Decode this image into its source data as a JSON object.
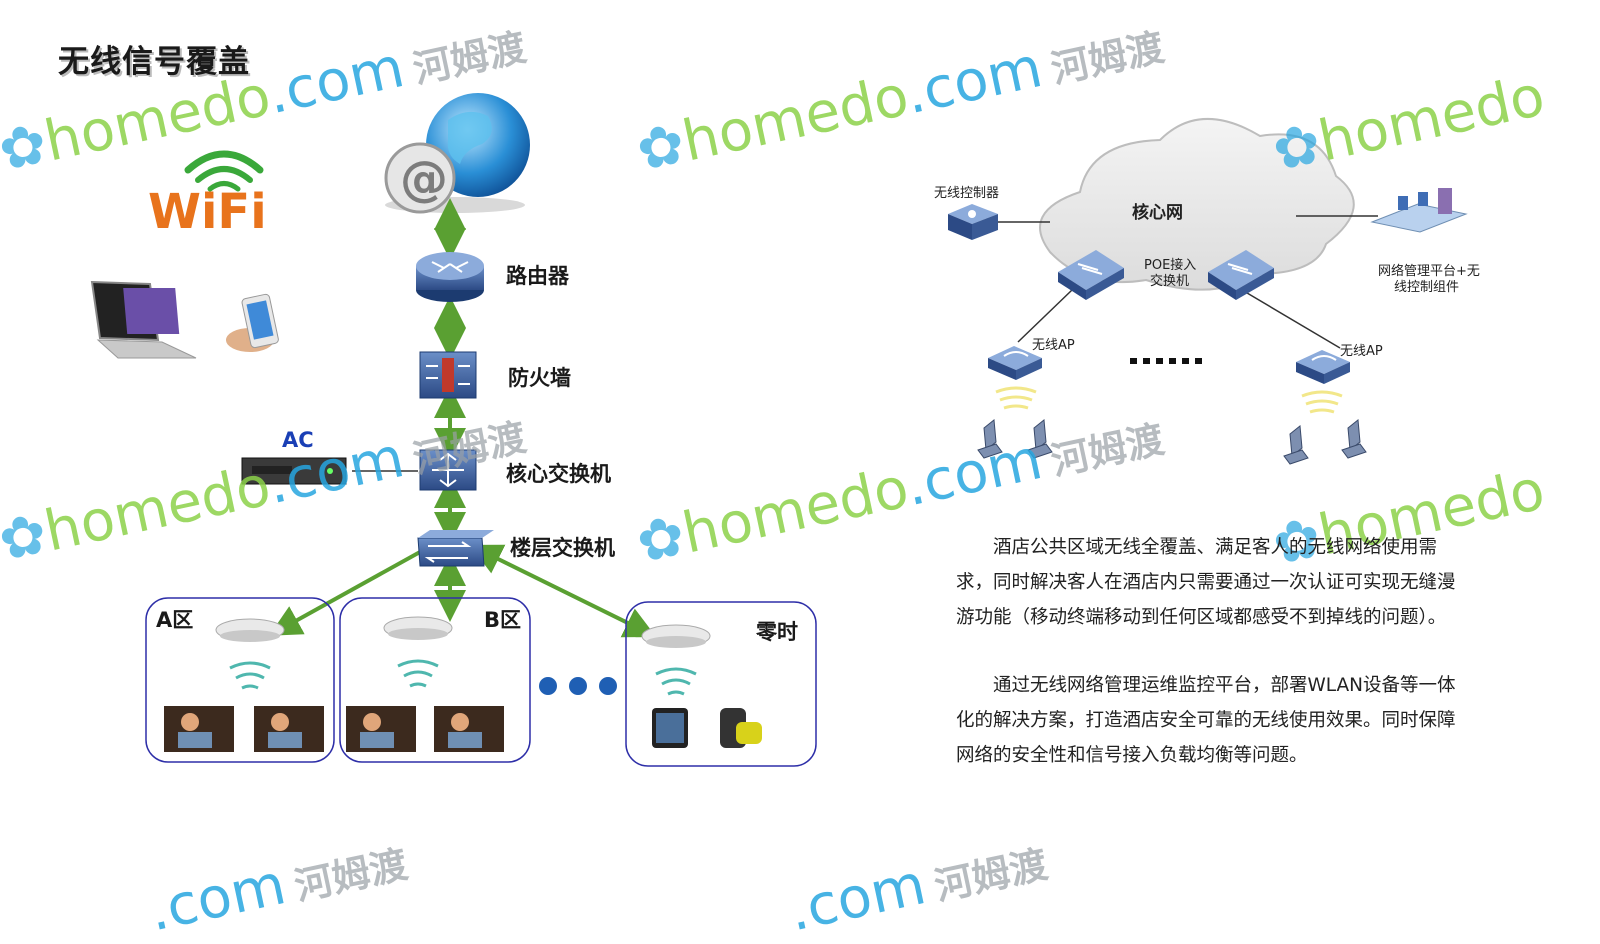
{
  "title": "无线信号覆盖",
  "wifi_logo": "WiFi",
  "nodes": {
    "router": "路由器",
    "firewall": "防火墙",
    "core_switch": "核心交换机",
    "floor_switch": "楼层交换机",
    "ac": "AC"
  },
  "zones": {
    "a": "A区",
    "b": "B区",
    "c": "零时"
  },
  "right_diagram": {
    "cloud": "核心网",
    "wireless_controller": "无线控制器",
    "poe_switch_line1": "POE接入",
    "poe_switch_line2": "交换机",
    "mgmt_line1": "网络管理平台+无",
    "mgmt_line2": "线控制组件",
    "ap_left": "无线AP",
    "ap_right": "无线AP"
  },
  "description": {
    "p1": "酒店公共区域无线全覆盖、满足客人的无线网络使用需求，同时解决客人在酒店内只需要通过一次认证可实现无缝漫游功能（移动终端移动到任何区域都感受不到掉线的问题）。",
    "p2": "通过无线网络管理运维监控平台，部署WLAN设备等一体化的解决方案，打造酒店安全可靠的无线使用效果。同时保障网络的安全性和信号接入负载均衡等问题。"
  },
  "watermark": {
    "en": "homedo",
    "dot": ".com",
    "cn": "河姆渡"
  },
  "colors": {
    "arrow": "#5aa032",
    "zone_border": "#2e2fa8",
    "device_blue": "#3a5a95",
    "ac_label": "#1a3fb5",
    "wm_green": "#8cd24a",
    "wm_blue": "#27a6e0"
  }
}
